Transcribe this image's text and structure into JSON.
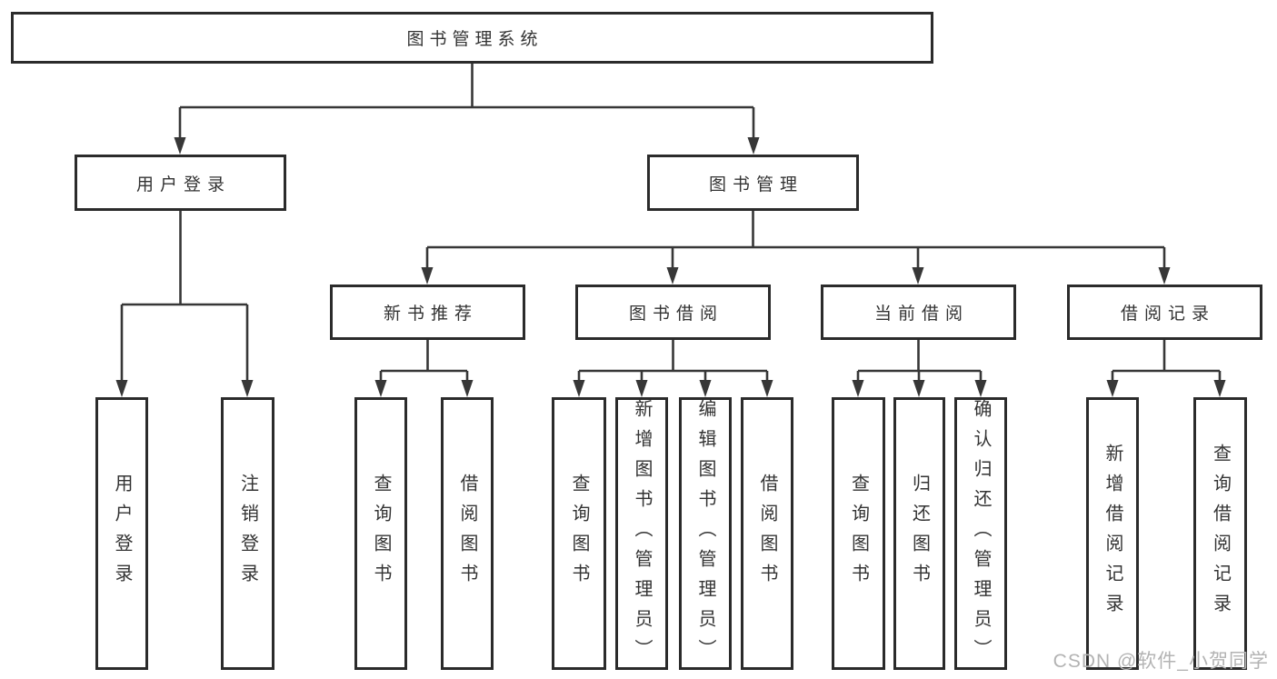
{
  "colors": {
    "line": "#373737",
    "border": "#2b2b2b",
    "text": "#333333",
    "watermark": "#b3b3b3",
    "bg": "#ffffff"
  },
  "nodes": {
    "root": {
      "label": "图书管理系统"
    },
    "user_login": {
      "label": "用户登录"
    },
    "book_mgmt": {
      "label": "图书管理"
    },
    "new_book_rec": {
      "label": "新书推荐"
    },
    "book_borrow": {
      "label": "图书借阅"
    },
    "current_borrow": {
      "label": "当前借阅"
    },
    "borrow_records": {
      "label": "借阅记录"
    },
    "leaf_user_login": {
      "label": "用户登录"
    },
    "leaf_logout": {
      "label": "注销登录"
    },
    "leaf_nbr_query": {
      "label": "查询图书"
    },
    "leaf_nbr_borrow": {
      "label": "借阅图书"
    },
    "leaf_bb_query": {
      "label": "查询图书"
    },
    "leaf_bb_add": {
      "label": "新增图书（管理员）"
    },
    "leaf_bb_edit": {
      "label": "编辑图书（管理员）"
    },
    "leaf_bb_borrow": {
      "label": "借阅图书"
    },
    "leaf_cb_query": {
      "label": "查询图书"
    },
    "leaf_cb_return": {
      "label": "归还图书"
    },
    "leaf_cb_confirm": {
      "label": "确认归还（管理员）"
    },
    "leaf_br_add": {
      "label": "新增借阅记录"
    },
    "leaf_br_query": {
      "label": "查询借阅记录"
    }
  },
  "watermark": {
    "text": "CSDN @软件_小贺同学"
  }
}
